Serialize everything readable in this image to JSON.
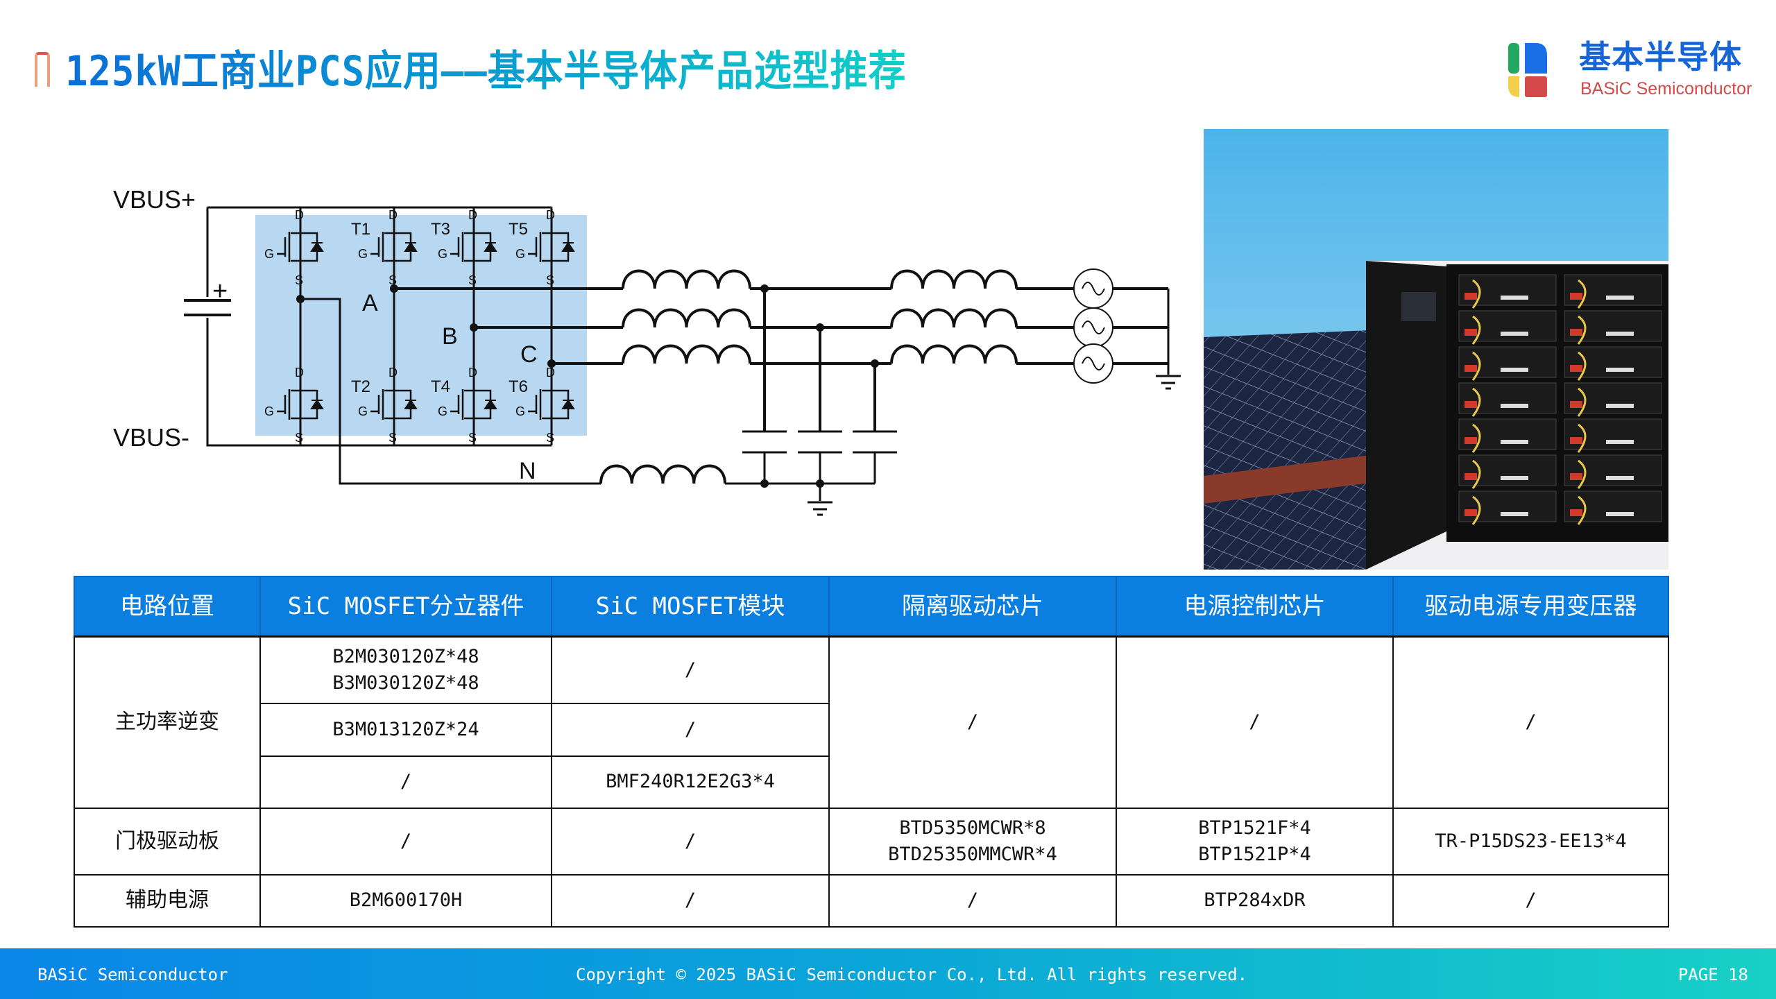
{
  "header": {
    "title": "125kW工商业PCS应用——基本半导体产品选型推荐",
    "logo": {
      "cn": "基本半导体",
      "en": "BASiC Semiconductor"
    }
  },
  "circuit": {
    "vbus_plus": "VBUS+",
    "vbus_minus": "VBUS-",
    "cap_plus": "+",
    "nodes": {
      "a": "A",
      "b": "B",
      "c": "C",
      "n": "N"
    },
    "switch_labels": {
      "upper": [
        "",
        "T1",
        "T3",
        "T5"
      ],
      "lower": [
        "",
        "T2",
        "T4",
        "T6"
      ]
    },
    "pin": {
      "d": "D",
      "g": "G",
      "s": "S"
    },
    "highlight_color": "#b8d8f2"
  },
  "table": {
    "headers": [
      "电路位置",
      "SiC MOSFET分立器件",
      "SiC MOSFET模块",
      "隔离驱动芯片",
      "电源控制芯片",
      "驱动电源专用变压器"
    ],
    "main_inverter": {
      "label": "主功率逆变",
      "discrete": [
        "B2M030120Z*48",
        "B3M030120Z*48",
        "B3M013120Z*24",
        "/"
      ],
      "module": [
        "/",
        "/",
        "BMF240R12E2G3*4"
      ],
      "driver": "/",
      "power_ctrl": "/",
      "transformer": "/"
    },
    "gate_driver": {
      "label": "门极驱动板",
      "discrete": "/",
      "module": "/",
      "driver": [
        "BTD5350MCWR*8",
        "BTD25350MMCWR*4"
      ],
      "power_ctrl": [
        "BTP1521F*4",
        "BTP1521P*4"
      ],
      "transformer": "TR-P15DS23-EE13*4"
    },
    "aux_power": {
      "label": "辅助电源",
      "discrete": "B2M600170H",
      "module": "/",
      "driver": "/",
      "power_ctrl": "BTP284xDR",
      "transformer": "/"
    }
  },
  "footer": {
    "company": "BASiC Semiconductor",
    "copyright": "Copyright © 2025 BASiC Semiconductor Co., Ltd. All rights reserved.",
    "page": "PAGE 18"
  },
  "colors": {
    "header_blue": "#0a7fe0",
    "title_start": "#0a6fd8",
    "title_end": "#10cfc8"
  }
}
